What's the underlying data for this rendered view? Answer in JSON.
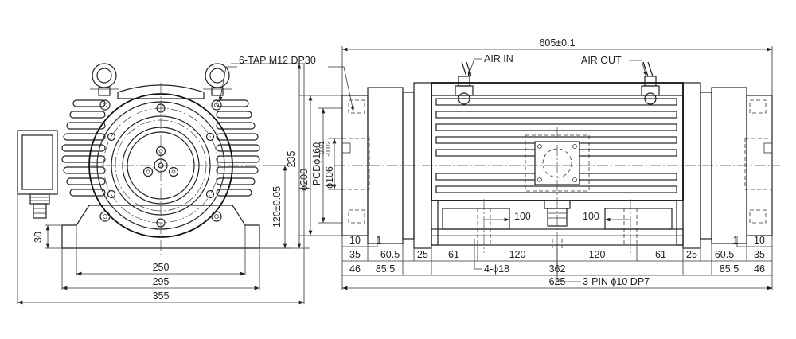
{
  "front_view": {
    "dim_width_250": "250",
    "dim_width_295": "295",
    "dim_width_355": "355",
    "dim_base_30": "30",
    "dim_center_120": "120±0.05",
    "dim_height_235": "235",
    "tap_callout": "6-TAP M12 DP30"
  },
  "side_view": {
    "dim_overall_605": "605±0.1",
    "dim_phi200": "ϕ200",
    "dim_pcd160": "PCDϕ160",
    "dim_phi106": "ϕ106",
    "tol_upper": "-0.01",
    "tol_lower": "-0.02",
    "air_in": "AIR IN",
    "air_out": "AIR OUT",
    "dim_100_left": "100",
    "dim_100_right": "100",
    "row1": [
      "10",
      "1",
      "1",
      "10"
    ],
    "row2": [
      "35",
      "60.5",
      "25",
      "61",
      "120",
      "120",
      "61",
      "25",
      "60.5",
      "35"
    ],
    "row3": [
      "46",
      "85.5",
      "362",
      "85.5",
      "46"
    ],
    "row4": [
      "625"
    ],
    "holes_callout": "4-ϕ18",
    "pin_callout": "3-PIN ϕ10 DP7"
  }
}
